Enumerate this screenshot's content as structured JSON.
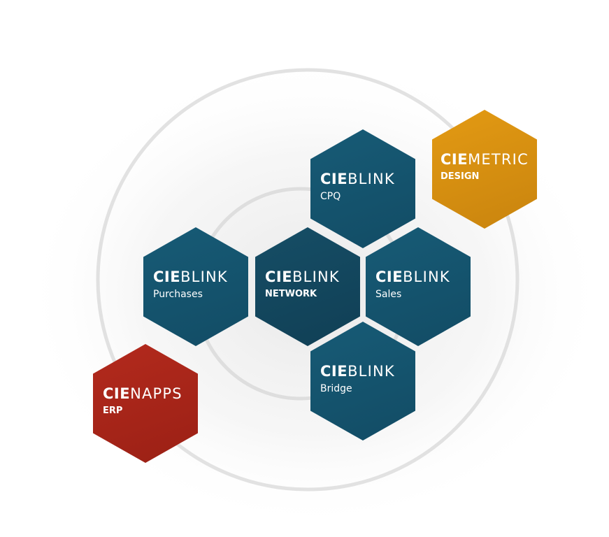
{
  "colors": {
    "teal": "#175b76",
    "teal_dark": "#124c65",
    "gold": "#e39a13",
    "red": "#b32a1d",
    "ring": "#d9d9d9"
  },
  "hexes": {
    "cpq": {
      "brand_bold": "CIE",
      "brand_light": "BLINK",
      "sub": "CPQ"
    },
    "metric": {
      "brand_bold": "CIE",
      "brand_light": "METRIC",
      "sub": "DESIGN"
    },
    "purchases": {
      "brand_bold": "CIE",
      "brand_light": "BLINK",
      "sub": "Purchases"
    },
    "network": {
      "brand_bold": "CIE",
      "brand_light": "BLINK",
      "sub": "NETWORK"
    },
    "sales": {
      "brand_bold": "CIE",
      "brand_light": "BLINK",
      "sub": "Sales"
    },
    "bridge": {
      "brand_bold": "CIE",
      "brand_light": "BLINK",
      "sub": "Bridge"
    },
    "napps": {
      "brand_bold": "CIE",
      "brand_light": "NAPPS",
      "sub": "ERP"
    }
  }
}
